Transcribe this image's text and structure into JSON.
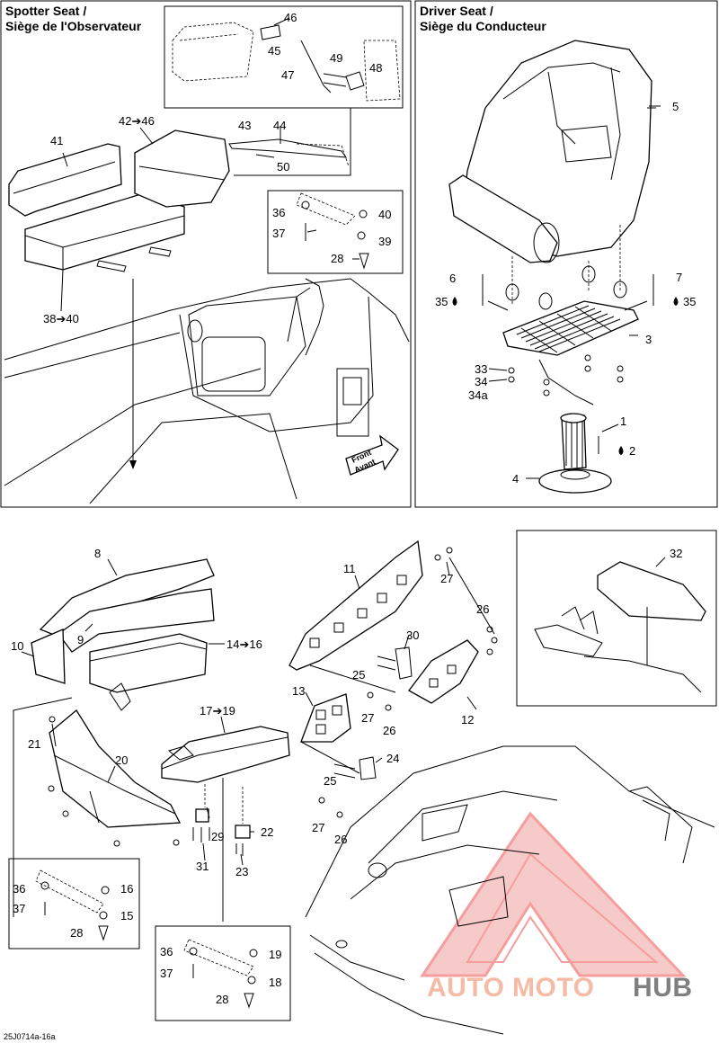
{
  "spotter_panel": {
    "title_line1": "Spotter Seat /",
    "title_line2": "Siège de l'Observateur"
  },
  "driver_panel": {
    "title_line1": "Driver Seat /",
    "title_line2": "Siège du Conducteur"
  },
  "front_arrow": {
    "line1": "Front",
    "line2": "Avant"
  },
  "callouts": {
    "spotter": [
      "46",
      "45",
      "47",
      "49",
      "48",
      "42➔46",
      "43",
      "44",
      "41",
      "50",
      "36",
      "40",
      "37",
      "39",
      "28",
      "38➔40"
    ],
    "driver": [
      "5",
      "6",
      "35",
      "7",
      "35",
      "3",
      "33",
      "34",
      "34a",
      "1",
      "2",
      "4"
    ],
    "lower_left": [
      "8",
      "10",
      "9",
      "14➔16",
      "21",
      "20",
      "17➔19",
      "29",
      "31",
      "22",
      "23"
    ],
    "lower_left_box": [
      "36",
      "16",
      "37",
      "15",
      "28"
    ],
    "lower_mid_box": [
      "36",
      "19",
      "37",
      "18",
      "28"
    ],
    "lower_center": [
      "11",
      "27",
      "26",
      "30",
      "25",
      "13",
      "27",
      "26",
      "12",
      "24",
      "25",
      "27",
      "26"
    ],
    "console_box": [
      "32"
    ]
  },
  "diagram_code": "25J0714a-16a",
  "watermark": {
    "part1": "AUTO",
    "part2": "MOTO",
    "part3": "HUB",
    "color_main": "#f4a58a",
    "color_dark": "#555555",
    "color_triangle": "#ef4e4e"
  }
}
